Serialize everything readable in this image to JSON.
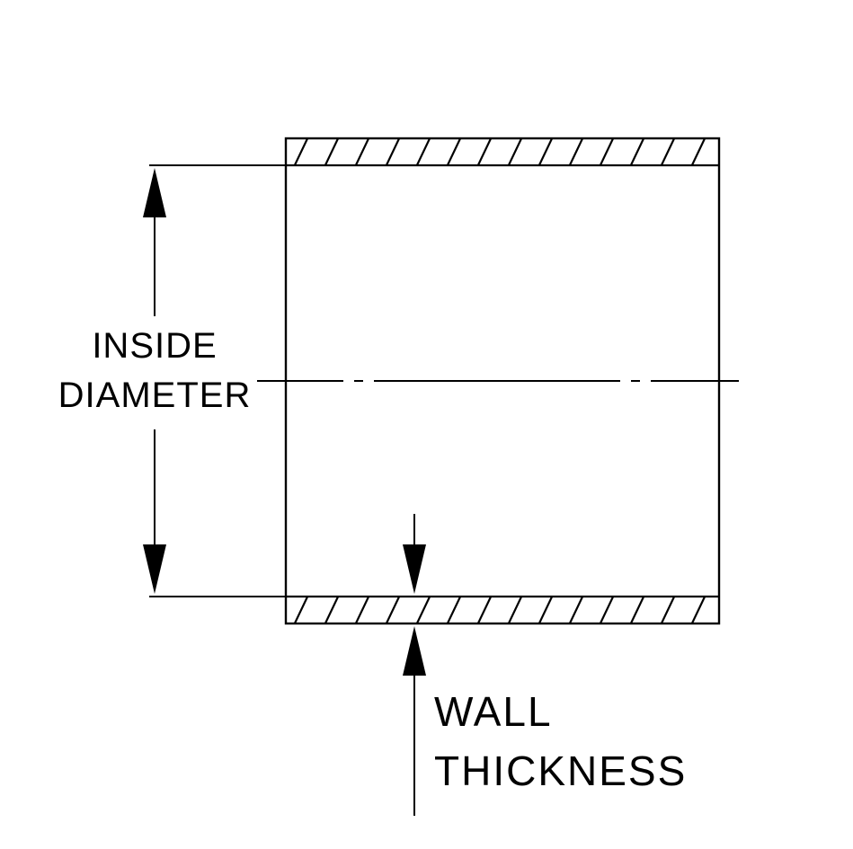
{
  "diagram": {
    "labels": {
      "inside_diameter": {
        "line1": "INSIDE",
        "line2": "DIAMETER"
      },
      "wall_thickness": {
        "line1": "WALL",
        "line2": "THICKNESS"
      }
    },
    "colors": {
      "line": "#000000",
      "background": "#ffffff"
    }
  }
}
